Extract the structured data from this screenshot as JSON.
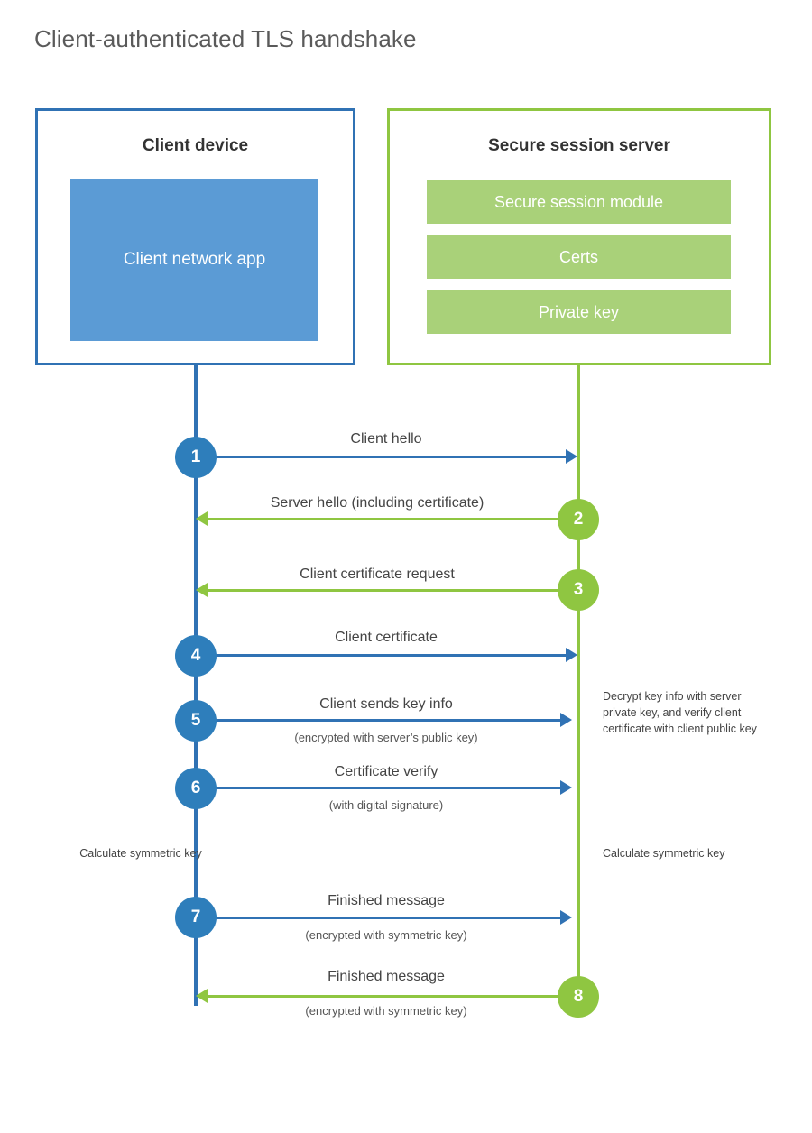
{
  "title": "Client-authenticated TLS handshake",
  "colors": {
    "client_accent": "#3072b4",
    "client_circle": "#2e7ebb",
    "client_app_fill": "#5b9bd5",
    "server_accent": "#8fc641",
    "server_module_fill": "#a9d179",
    "title_text": "#5a5a5a",
    "label_text": "#444444",
    "background": "#ffffff"
  },
  "client": {
    "title": "Client device",
    "app_label": "Client network app"
  },
  "server": {
    "title": "Secure session server",
    "modules": [
      {
        "label": "Secure session module"
      },
      {
        "label": "Certs"
      },
      {
        "label": "Private key"
      }
    ]
  },
  "steps": [
    {
      "number": "1",
      "label": "Client hello",
      "sublabel": "",
      "direction": "client-to-server",
      "color": "blue"
    },
    {
      "number": "2",
      "label": "Server hello (including certificate)",
      "sublabel": "",
      "direction": "server-to-client",
      "color": "green"
    },
    {
      "number": "3",
      "label": "Client certificate request",
      "sublabel": "",
      "direction": "server-to-client",
      "color": "green"
    },
    {
      "number": "4",
      "label": "Client certificate",
      "sublabel": "",
      "direction": "client-to-server",
      "color": "blue"
    },
    {
      "number": "5",
      "label": "Client sends key info",
      "sublabel": "(encrypted with server’s public key)",
      "direction": "client-to-server",
      "color": "blue"
    },
    {
      "number": "6",
      "label": "Certificate verify",
      "sublabel": "(with digital signature)",
      "direction": "client-to-server",
      "color": "blue"
    },
    {
      "number": "7",
      "label": "Finished message",
      "sublabel": "(encrypted with symmetric key)",
      "direction": "client-to-server",
      "color": "blue"
    },
    {
      "number": "8",
      "label": "Finished message",
      "sublabel": "(encrypted with symmetric key)",
      "direction": "server-to-client",
      "color": "green"
    }
  ],
  "notes": {
    "server_decrypt": "Decrypt key info with server private key, and verify client certificate with client public key",
    "client_calc": "Calculate symmetric key",
    "server_calc": "Calculate symmetric key"
  }
}
